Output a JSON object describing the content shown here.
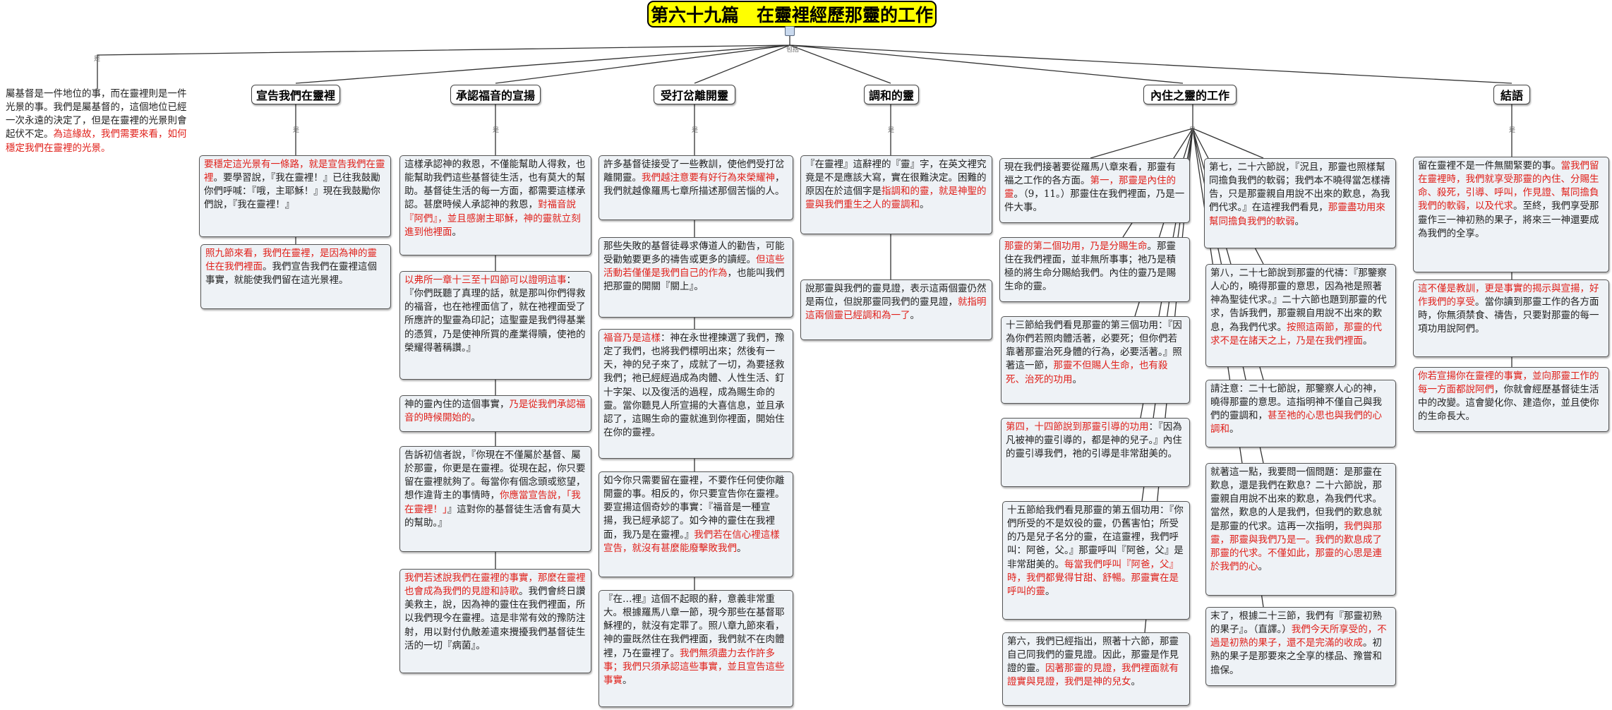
{
  "title": "第六十九篇　在靈裡經歷那靈的工作",
  "labels": {
    "shi": "是",
    "baokuo": "包括"
  },
  "colors": {
    "root_bg": "#ffff00",
    "box_bg": "#eef2f6",
    "emphasis": "#e0201a",
    "line": "#333333"
  },
  "intro": {
    "text": "屬基督是一件地位的事，而在靈裡則是一件光景的事。我們是屬基督的，這個地位已經一次永遠的決定了，但是在靈裡的光景則會起伏不定。",
    "red": "為這緣故，我們需要來看，如何穩定我們在靈裡的光景。"
  },
  "cat1": {
    "title": "宣告我們在靈裡",
    "b1": {
      "red": "要穩定這光景有一條路，就是宣告我們在靈裡",
      "text": "。要學習說，『我在靈裡！』已往我鼓勵你們呼喊：『哦，主耶穌！』現在我鼓勵你們說，『我在靈裡！』"
    },
    "b2": {
      "red": "照九節來看，我們在靈裡，是因為神的靈住在我們裡面",
      "text": "。我們宣告我們在靈裡這個事實，就能使我們留在這光景裡。"
    }
  },
  "cat2": {
    "title": "承認福音的宣揚",
    "b1": {
      "text1": "這樣承認神的救恩，不僅能幫助人得救，也能幫助我們這些基督徒生活，也有莫大的幫助。基督徒生活的每一方面，都需要這樣承認。甚麼時候人承認神的救恩，",
      "red": "對福音說『阿們』，並且感謝主耶穌，神的靈就立刻進到他裡面",
      "text2": "。"
    },
    "b2": {
      "red": "以弗所一章十三至十四節可以證明這事",
      "text": "：『你們既聽了真理的話，就是那叫你們得救的福音，也在祂裡面信了，就在祂裡面受了所應許的聖靈為印記；這聖靈是我們得基業的憑質，乃是使神所買的產業得贖，使祂的榮耀得著稱讚。』"
    },
    "b3": {
      "text": "神的靈內住的這個事實，",
      "red": "乃是從我們承認福音的時候開始的",
      "text2": "。"
    },
    "b4": {
      "text": "告訴初信者說，『你現在不僅屬於基督、屬於那靈，你更是在靈裡。從現在起，你只要留在靈裡就夠了。每當你有個念頭或慾望，想作違背主的事情時，",
      "red": "你應當宣告說，「我在靈裡！」",
      "text2": "』這對你的基督徒生活會有莫大的幫助。』"
    },
    "b5": {
      "red": "我們若述說我們在靈裡的事實，那麼在靈裡也會成為我們的見證和詩歌",
      "text": "。我們會終日讚美救主，說，因為神的靈住在我們裡面，所以我們現今在靈裡。這是非常有效的豫防注射，用以對付仇敵差遣來攪擾我們基督徒生活的一切『病菌』。"
    }
  },
  "cat3": {
    "title": "受打岔離開靈",
    "b1": {
      "text": "許多基督徒接受了一些教訓，使他們受打岔離開靈。",
      "red": "我們越注意要有好行為來榮耀神",
      "text2": "，我們就越像羅馬七章所描述那個苦惱的人。"
    },
    "b2": {
      "text": "那些失敗的基督徒尋求傳道人的勸告，可能受勸勉要更多的禱告或更多的讀經。",
      "red": "但這些活動若僅僅是我們自己的作為",
      "text2": "，也能叫我們把那靈的開關『關上』。"
    },
    "b3": {
      "red": "福音乃是這樣",
      "text": "：神在永世裡揀選了我們，豫定了我們，也將我們標明出來；然後有一天，神的兒子來了，成就了一切，為要拯救我們；祂已經經過成為肉體、人性生活、釘十字架、以及復活的過程，成為賜生命的靈。當你聽見人所宣揚的大喜信息，並且承認了，這賜生命的靈就進到你裡面，開始住在你的靈裡。"
    },
    "b4": {
      "text": "如今你只需要留在靈裡，不要作任何使你離開靈的事。相反的，你只要宣告你在靈裡。要宣揚這個奇妙的事實：『福音是一種宣揚，我已經承認了。如今神的靈住在我裡面，我乃是在靈裡。』",
      "red": "我們若在信心裡這樣宣告，就沒有甚麼能廢擊敗我們",
      "text2": "。"
    },
    "b5": {
      "text": "『在…裡』這個不起眼的辭，意義非常重大。根據羅馬八章一節，現今那些在基督耶穌裡的，就沒有定罪了。照八章九節來看，神的靈既然住在我們裡面，我們就不在肉體裡，乃在靈裡了。",
      "red": "我們無須盡力去作許多事；我們只須承認這些事實，並且宣告這些事實",
      "text2": "。"
    }
  },
  "cat4": {
    "title": "調和的靈",
    "b1": {
      "text": "『在靈裡』這辭裡的『靈』字，在英文裡究竟是不是應該大寫，實在很難決定。困難的原因在於這個字是",
      "red": "指調和的靈，就是神聖的靈與我們重生之人的靈調和",
      "text2": "。"
    },
    "b2": {
      "text": "說那靈與我們的靈見證，表示這兩個靈仍然是兩位，但說那靈同我們的靈見證，",
      "red": "就指明這兩個靈已經調和為一了",
      "text2": "。"
    }
  },
  "cat5": {
    "title": "內住之靈的工作",
    "b1": {
      "text": "現在我們接著要從羅馬八章來看，那靈有福之工作的各方面。",
      "red": "第一，那靈是內住的靈",
      "text2": "。（9，11。）那靈住在我們裡面，乃是一件大事。"
    },
    "b2": {
      "red": "那靈的第二個功用，乃是分賜生命",
      "text": "。那靈住在我們裡面，並非無所事事；祂乃是積極的將生命分賜給我們。內住的靈乃是賜生命的靈。"
    },
    "b3": {
      "text": "十三節給我們看見那靈的第三個功用：『因為你們若照肉體活著，必要死；但你們若靠著那靈治死身體的行為，必要活著。』照著這一節，",
      "red": "那靈不但賜人生命，也有殺死、治死的功用",
      "text2": "。"
    },
    "b4": {
      "red": "第四，十四節說到那靈引導的功用",
      "text": "：『因為凡被神的靈引導的，都是神的兒子。』內住的靈引導我們，祂的引導是非常甜美的。"
    },
    "b5": {
      "text": "十五節給我們看見那靈的第五個功用：『你們所受的不是奴役的靈，仍舊害怕；所受的乃是兒子名分的靈，在這靈裡，我們呼叫：阿爸，父。』那靈呼叫『阿爸，父』是非常甜美的。",
      "red": "每當我們呼叫『阿爸，父』時，我們都覺得甘甜、舒暢。那靈實在是呼叫的靈",
      "text2": "。"
    },
    "b6": {
      "text": "第六，我們已經指出，照著十六節，那靈自己同我們的靈見證。因此，那靈是作見證的靈。",
      "red": "因著那靈的見證，我們裡面就有證實與見證，我們是神的兒女",
      "text2": "。"
    },
    "b7": {
      "text": "第七，二十六節說，『況且，那靈也照樣幫同擔負我們的軟弱；我們本不曉得當怎樣禱告，只是那靈親自用說不出來的歎息，為我們代求。』在這裡我們看見，",
      "red": "那靈盡功用來幫同擔負我們的軟弱",
      "text2": "。"
    },
    "b8": {
      "text": "第八，二十七節說到那靈的代禱：『那鑒察人心的，曉得那靈的意思，因為祂是照著神為聖徒代求。』二十六節也題到那靈的代求，告訴我們，那靈親自用說不出來的歎息，為我們代求。",
      "red": "按照這兩節，那靈的代求不是在諸天之上，乃是在我們裡面",
      "text2": "。"
    },
    "b9": {
      "text": "請注意：二十七節說，那鑒察人心的神，曉得那靈的意思。這指明神不僅自己與我們的靈調和，",
      "red": "甚至祂的心思也與我們的心調和",
      "text2": "。"
    },
    "b10": {
      "text": "就著這一點，我要問一個問題：是那靈在歎息，還是我們在歎息？二十六節說，那靈親自用說不出來的歎息，為我們代求。當然，歎息的人是我們，但我們的歎息就是那靈的代求。這再一次指明，",
      "red": "我們與那靈，那靈與我們乃是一。我們的歎息成了那靈的代求。不僅如此，那靈的心思是連於我們的心",
      "text2": "。"
    },
    "b11": {
      "text": "末了，根據二十三節，我們有『那靈初熟的果子』。（直譯。）",
      "red": "我們今天所享受的，不過是初熟的果子，還不是完滿的收成",
      "text2": "。初熟的果子是那要來之全享的樣品、豫嘗和擔保。"
    }
  },
  "cat6": {
    "title": "結語",
    "b1": {
      "text": "留在靈裡不是一件無關緊要的事。",
      "red": "當我們留在靈裡時，我們就享受那靈的內住、分賜生命、殺死，引導、呼叫，作見證、幫同擔負我們的軟弱，以及代求",
      "text2": "。至終，我們享受那靈作三一神初熟的果子，將來三一神還要成為我們的全享。"
    },
    "b2": {
      "red": "這不僅是教訓，更是事實的揭示與宣揚，好作我們的享受",
      "text": "。當你讀到那靈工作的各方面時，你無須禁食、禱告，只要對那靈的每一項功用說阿們。"
    },
    "b3": {
      "red": "你若宣揚你在靈裡的事實，並向那靈工作的每一方面都說阿們",
      "text": "，你就會經歷基督徒生活中的改變。這會變化你、建造你，並且使你的生命長大。"
    }
  }
}
